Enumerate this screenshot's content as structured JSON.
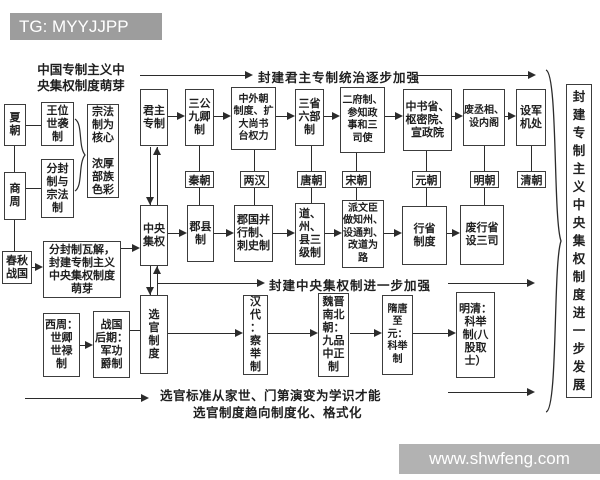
{
  "watermark_top": "TG: MYYJJPP",
  "watermark_bottom": "www.shwfeng.com",
  "title": "中国专制主义中\n央集权制度萌芽",
  "flow_labels": {
    "top": "封建君主专制统治逐步加强",
    "middle": "封建中央集权制进一步加强",
    "bottom1": "选官标准从家世、门第演变为学识才能",
    "bottom2": "选官制度趋向制度化、格式化"
  },
  "spine": {
    "monarchy": "君主\n专制",
    "centralization": "中央\n集权",
    "selection": "选\n官\n制\n度"
  },
  "origin": {
    "xia": "夏\n朝",
    "shangzhou": "商\n周",
    "chunqiu": "春秋\n战国",
    "hereditary": "王位\n世袭\n制",
    "fengjian": "分封\n制与\n宗法\n制",
    "patriarchal": "宗法\n制为\n核心\n\n浓厚\n部族\n色彩",
    "collapse": "分封制瓦解，\n封建专制主义\n中央集权制度\n萌芽"
  },
  "monarchy_row": [
    "三公\n九卿\n制",
    "中外朝\n制度、扩\n大尚书\n台权力",
    "三省\n六部\n制",
    "二府制、\n参知政\n事和三\n司使",
    "中书省、\n枢密院、\n宣政院",
    "废丞相、\n设内阁",
    "设军\n机处"
  ],
  "dynasties": [
    "秦朝",
    "两汉",
    "唐朝",
    "宋朝",
    "元朝",
    "明朝",
    "清朝"
  ],
  "centralization_row": [
    "郡县\n制",
    "郡国并\n行制、\n刺史制",
    "道、\n州、\n县三\n级制",
    "派文臣\n做知州、\n设通判、\n改道为\n路",
    "行省\n制度",
    "废行省\n设三司"
  ],
  "selection_pre": [
    "西周：\n世卿\n世禄\n制",
    "战国\n后期：\n军功\n爵制"
  ],
  "selection_row": [
    "汉\n代\n：\n察\n举\n制",
    "魏晋\n南北\n朝：\n九品\n中正\n制",
    "隋唐\n至元：\n科举\n制",
    "明清：\n科举\n制(八\n股取\n士）"
  ],
  "right_summary": "封\n建\n专\n制\n主\n义\n中\n央\n集\n权\n制\n度\n进\n一\n步\n发\n展"
}
